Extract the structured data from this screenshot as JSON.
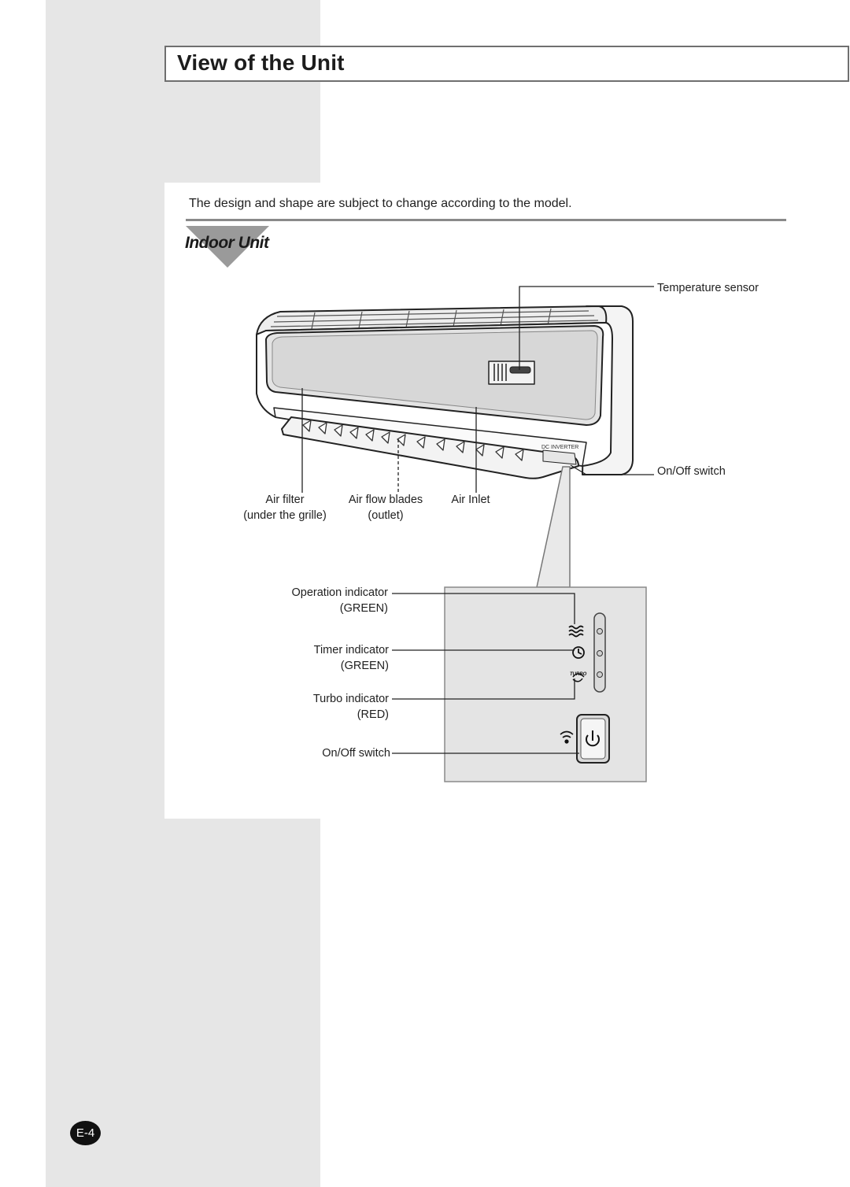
{
  "header": {
    "title": "View of the Unit"
  },
  "intro": {
    "text": "The design and shape are subject to change according to the model."
  },
  "section": {
    "heading": "Indoor Unit"
  },
  "unit_diagram": {
    "brand_mark": "DC INVERTER",
    "labels": {
      "temperature_sensor": "Temperature sensor",
      "onoff_switch_top": "On/Off switch",
      "air_filter": "Air filter",
      "air_filter_note": "(under the grille)",
      "air_flow_blades": "Air flow blades",
      "air_flow_blades_note": "(outlet)",
      "air_inlet": "Air Inlet"
    }
  },
  "control_panel": {
    "operation_indicator": "Operation indicator",
    "operation_color": "(GREEN)",
    "timer_indicator": "Timer indicator",
    "timer_color": "(GREEN)",
    "turbo_indicator": "Turbo indicator",
    "turbo_color": "(RED)",
    "onoff_switch": "On/Off switch",
    "turbo_icon_text": "TURBO"
  },
  "footer": {
    "page_number": "E-4"
  },
  "colors": {
    "band": "#e6e6e6",
    "title_border": "#6f6f6f",
    "rule": "#8a8a8a",
    "badge": "#111111"
  },
  "icons": [
    "operation-icon",
    "timer-icon",
    "turbo-icon",
    "power-icon",
    "remote-signal-icon"
  ]
}
